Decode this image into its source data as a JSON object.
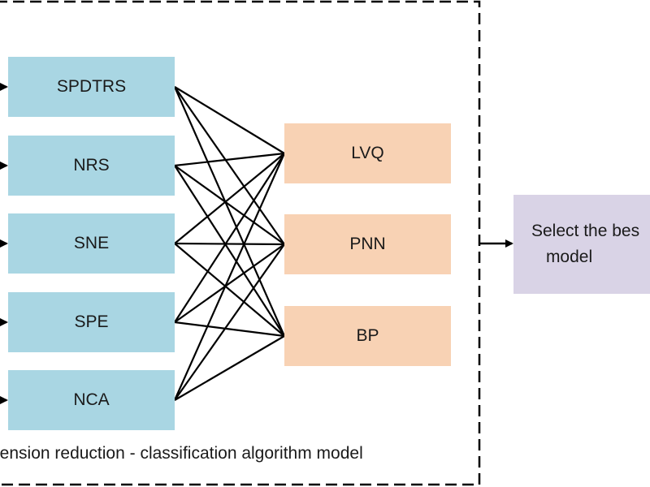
{
  "dimension_methods": [
    "SPDTRS",
    "NRS",
    "SNE",
    "SPE",
    "NCA"
  ],
  "classifiers": [
    "LVQ",
    "PNN",
    "BP"
  ],
  "select_box": {
    "line1": "Select the bes",
    "line2": "model"
  },
  "caption": "nension reduction - classification algorithm model"
}
